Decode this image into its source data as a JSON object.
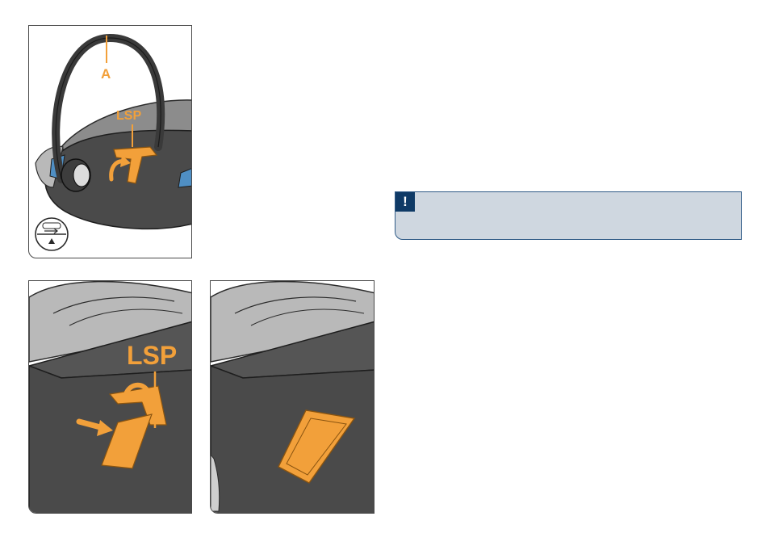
{
  "figures": {
    "carrier": {
      "label_handle": "A",
      "label_lsp": "LSP"
    },
    "extend": {
      "label_lsp": "LSP"
    },
    "stowed": {}
  },
  "warning": {
    "icon_glyph": "!",
    "icon_name": "exclamation-icon",
    "text": ""
  },
  "colors": {
    "accent_orange": "#f2a03a",
    "shell_dark": "#4a4a4a",
    "canopy_grey": "#b9b9b9",
    "blue_detail": "#4f8fc4",
    "callout_bg": "#cfd7e0",
    "callout_badge": "#0f3a66"
  }
}
